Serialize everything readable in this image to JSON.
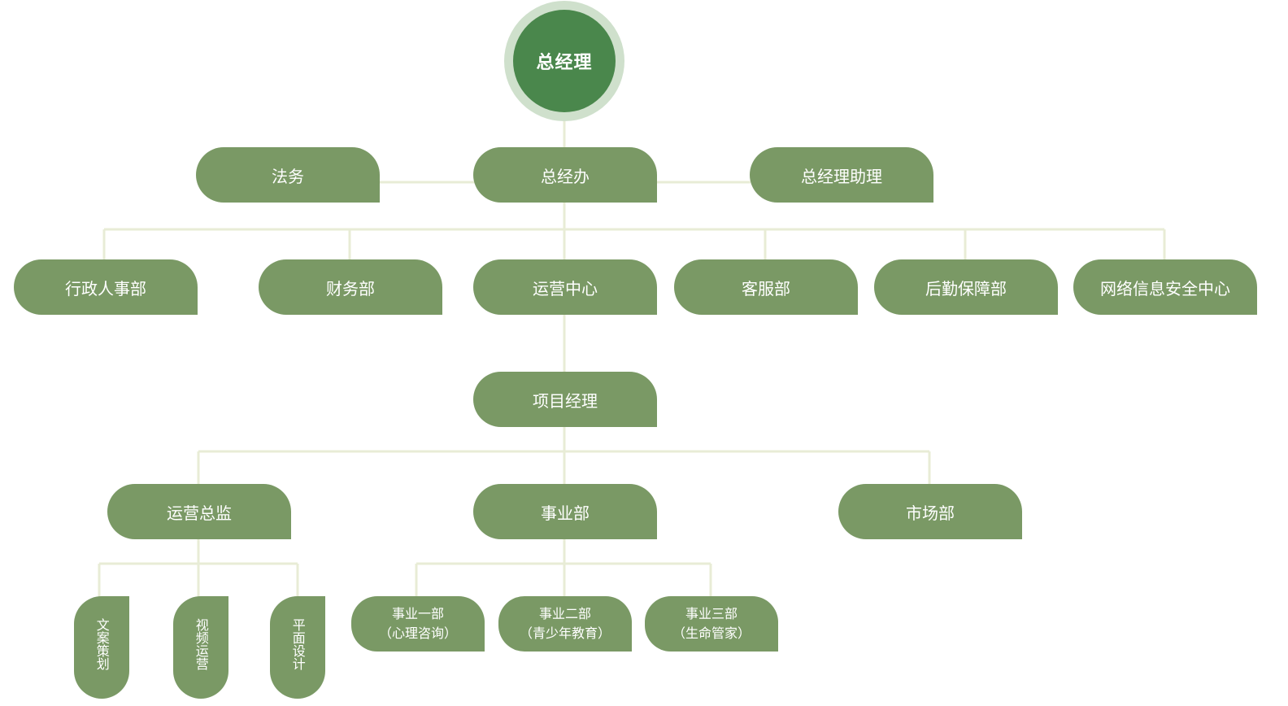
{
  "colors": {
    "node_fill": "#7a9965",
    "ceo_fill": "#4a874c",
    "ceo_ring": "#cfe0cc",
    "connector": "#e8ecd6",
    "text": "#ffffff"
  },
  "root": {
    "label": "总经理"
  },
  "level1": {
    "left": "法务",
    "center": "总经办",
    "right": "总经理助理"
  },
  "departments": [
    "行政人事部",
    "财务部",
    "运营中心",
    "客服部",
    "后勤保障部",
    "网络信息安全中心"
  ],
  "project_manager": "项目经理",
  "divisions": [
    "运营总监",
    "事业部",
    "市场部"
  ],
  "ops_teams": [
    "文案策划",
    "视频运营",
    "平面设计"
  ],
  "business_units": [
    {
      "name": "事业一部",
      "note": "（心理咨询）"
    },
    {
      "name": "事业二部",
      "note": "（青少年教育）"
    },
    {
      "name": "事业三部",
      "note": "（生命管家）"
    }
  ]
}
